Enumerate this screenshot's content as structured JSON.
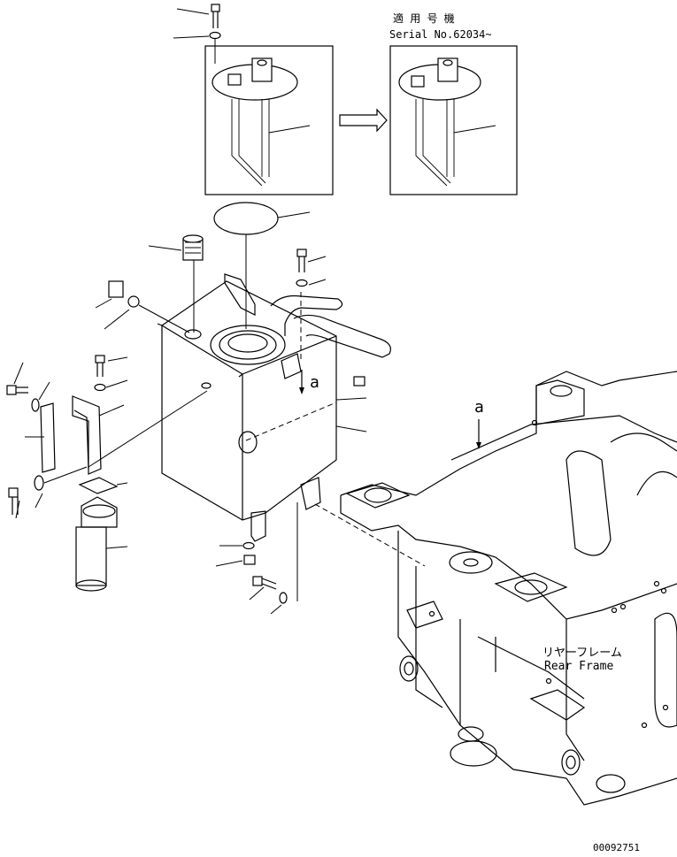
{
  "labels": {
    "applicable_serial_jp": "適 用 号 機",
    "serial_number": "Serial No.62034~",
    "view_marker_tank": "a",
    "view_marker_frame": "a",
    "rear_frame_jp": "リヤーフレーム",
    "rear_frame_en": "Rear Frame",
    "drawing_number": "00092751"
  },
  "colors": {
    "line": "#000000",
    "background": "#ffffff"
  }
}
